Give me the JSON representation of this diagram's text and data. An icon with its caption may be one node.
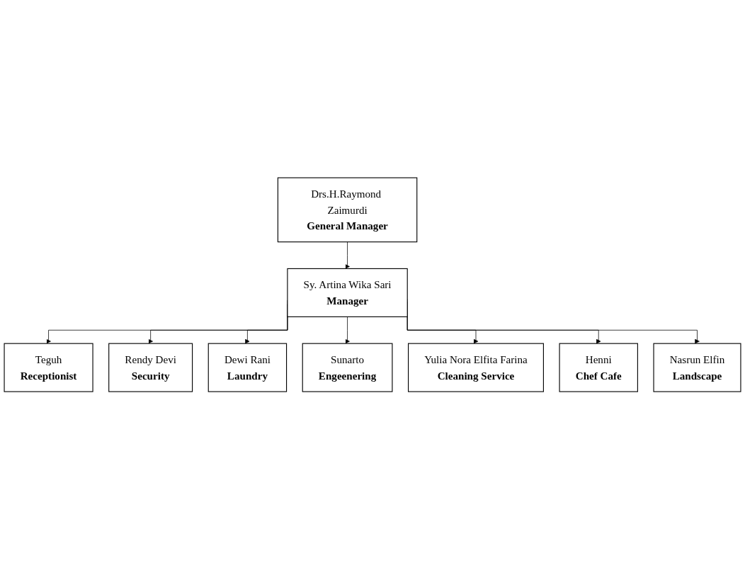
{
  "diagram": {
    "nodes": [
      {
        "text": [
          "Drs.H.Raymond Zaimurdi",
          "General Manager"
        ]
      },
      {
        "text": [
          "Sy. Artina Wika Sari",
          "Manager"
        ]
      },
      {
        "text": [
          "Teguh",
          "Receptionist"
        ]
      },
      {
        "text": [
          "Rendy Devi",
          "Security"
        ]
      },
      {
        "text": [
          "Dewi Rani",
          "Laundry"
        ]
      },
      {
        "text": [
          "Sunarto",
          "Engeenering"
        ]
      },
      {
        "text": [
          "Yulia Nora Elfita Farina",
          "Cleaning Service"
        ]
      },
      {
        "text": [
          "Henni",
          "Chef Cafe"
        ]
      },
      {
        "text": [
          "Nasrun Elfin",
          "Landscape"
        ]
      }
    ],
    "edges": [
      {
        "from": 0,
        "to": 1,
        "arrow": "to"
      },
      {
        "from": 1,
        "to": 2,
        "arrow": "to"
      },
      {
        "from": 1,
        "to": 3,
        "arrow": "to"
      },
      {
        "from": 1,
        "to": 4,
        "arrow": "to"
      },
      {
        "from": 1,
        "to": 5,
        "arrow": "to"
      },
      {
        "from": 1,
        "to": 6,
        "arrow": "to"
      },
      {
        "from": 1,
        "to": 7,
        "arrow": "to"
      },
      {
        "from": 1,
        "to": 8,
        "arrow": "to"
      }
    ]
  }
}
